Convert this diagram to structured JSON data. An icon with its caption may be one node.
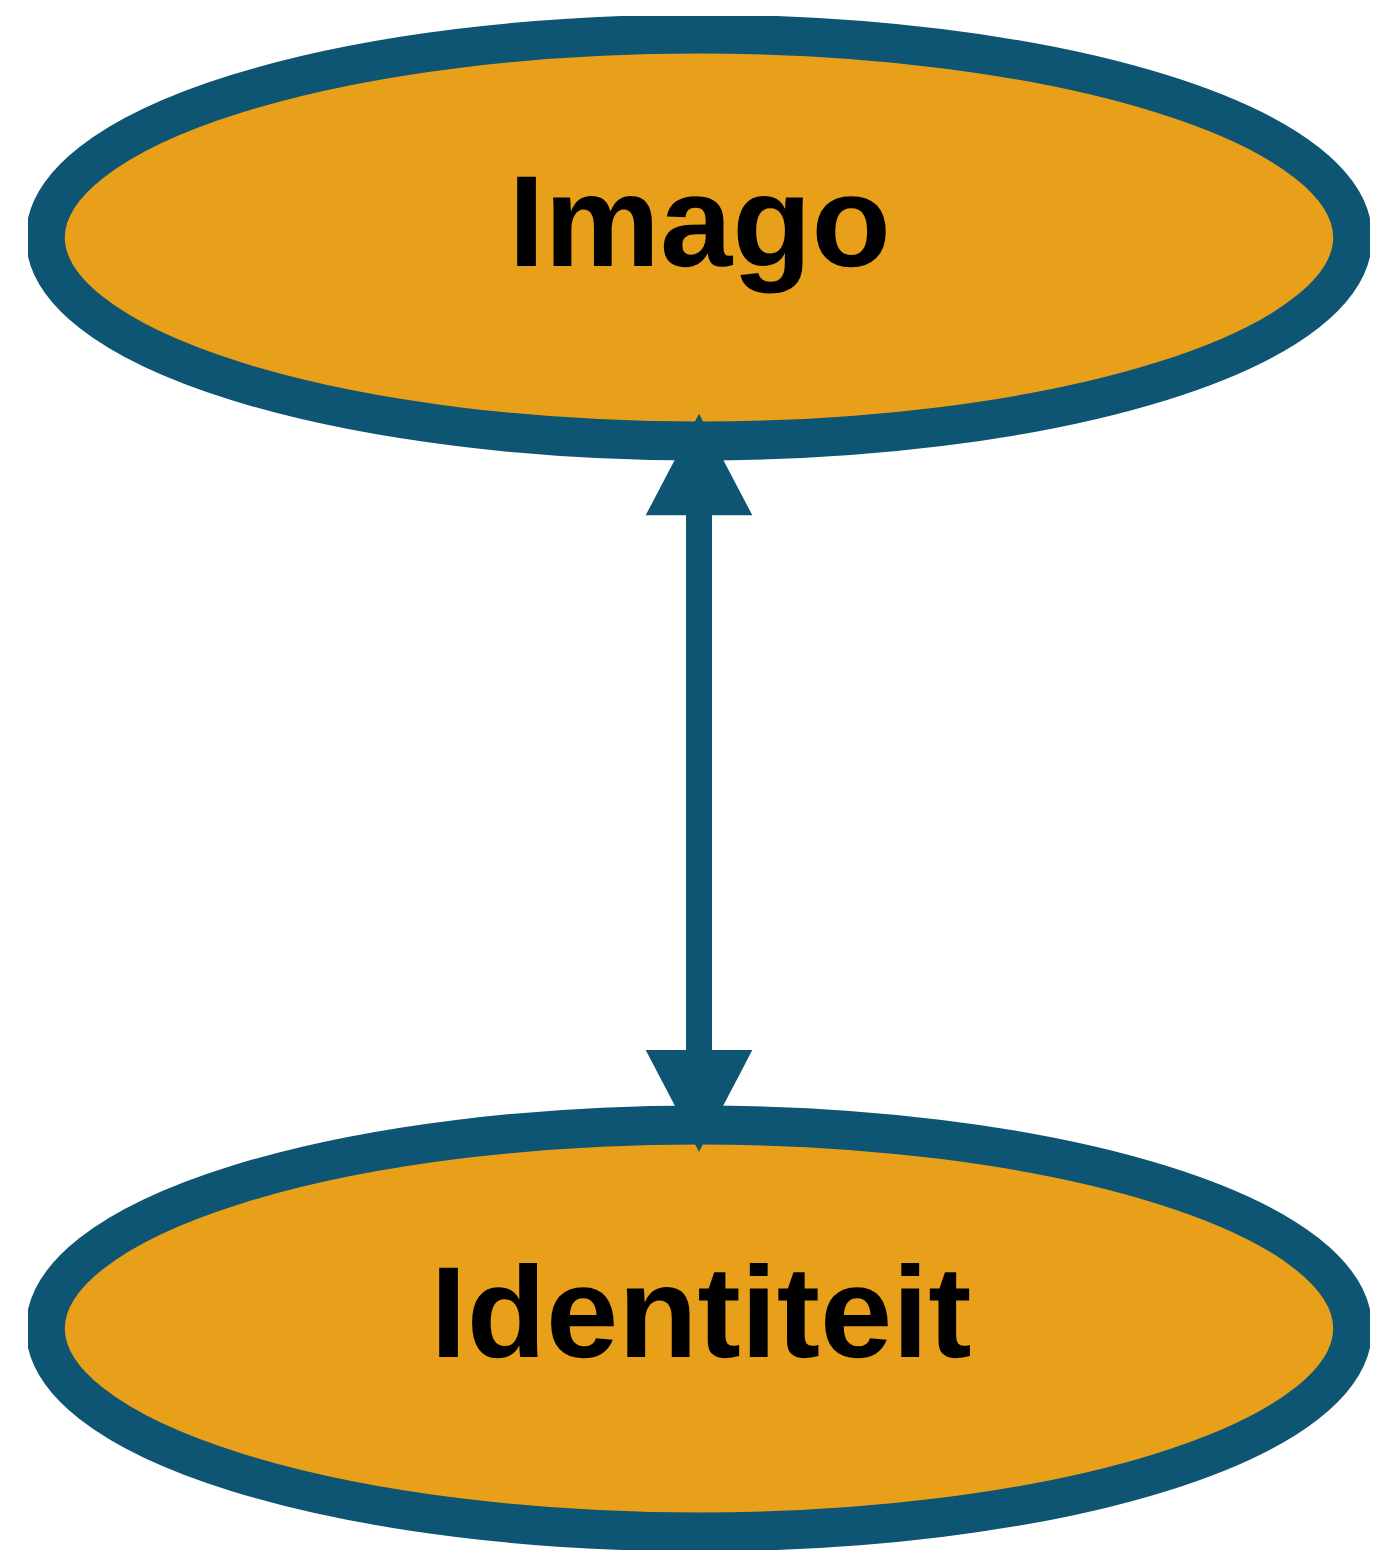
{
  "diagram": {
    "nodes": [
      {
        "text": [
          "Imago"
        ]
      },
      {
        "text": [
          "Identiteit"
        ]
      }
    ],
    "edges": [
      {
        "from": 0,
        "to": 1,
        "arrow": "both"
      }
    ]
  }
}
